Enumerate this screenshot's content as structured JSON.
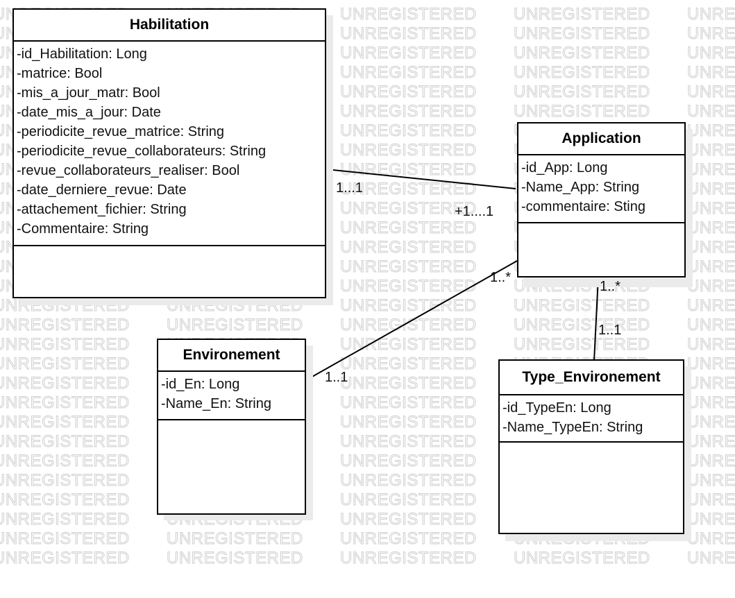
{
  "watermark_text": "UNREGISTERED",
  "classes": {
    "habilitation": {
      "name": "Habilitation",
      "attributes": [
        "-id_Habilitation: Long",
        "-matrice: Bool",
        "-mis_a_jour_matr: Bool",
        "-date_mis_a_jour: Date",
        "-periodicite_revue_matrice: String",
        "-periodicite_revue_collaborateurs: String",
        "-revue_collaborateurs_realiser: Bool",
        "-date_derniere_revue: Date",
        "-attachement_fichier: String",
        "-Commentaire: String"
      ]
    },
    "application": {
      "name": "Application",
      "attributes": [
        "-id_App: Long",
        "-Name_App: String",
        "-commentaire: Sting"
      ]
    },
    "environement": {
      "name": "Environement",
      "attributes": [
        "-id_En: Long",
        "-Name_En: String"
      ]
    },
    "type_environement": {
      "name": "Type_Environement",
      "attributes": [
        "-id_TypeEn: Long",
        "-Name_TypeEn: String"
      ]
    }
  },
  "associations": {
    "habilitation_application": {
      "source_mult": "1...1",
      "target_mult": "+1....1"
    },
    "environement_application": {
      "source_mult": "1..1",
      "target_mult": "1..*"
    },
    "application_type_environement": {
      "source_mult": "1..*",
      "target_mult": "1..1"
    }
  }
}
